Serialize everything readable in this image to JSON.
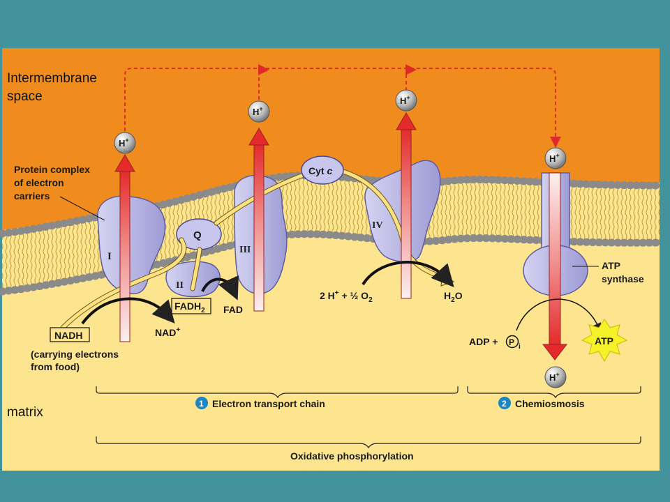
{
  "labels": {
    "intermembrane_line1": "Intermembrane",
    "intermembrane_line2": "space",
    "matrix": "matrix",
    "protein_complex_line1": "Protein complex",
    "protein_complex_line2": "of electron",
    "protein_complex_line3": "carriers",
    "atp_synthase_line1": "ATP",
    "atp_synthase_line2": "synthase",
    "carrying_line1": "(carrying electrons",
    "carrying_line2": "from food)"
  },
  "molecules": {
    "h_plus_base": "H",
    "h_plus_sup": "+",
    "q": "Q",
    "cyt_c_base": "Cyt ",
    "cyt_c_italic": "c",
    "nadh": "NADH",
    "nad_base": "NAD",
    "nad_sup": "+",
    "fadh2_base": "FADH",
    "fadh2_sub": "2",
    "fad": "FAD",
    "o2_reaction_a": "2 H",
    "o2_reaction_sup": "+",
    "o2_reaction_b": " + ½ O",
    "o2_reaction_sub": "2",
    "h2o_base": "H",
    "h2o_sub": "2",
    "h2o_end": "O",
    "adp": "ADP +",
    "pi_letter": "P",
    "pi_sub": "i",
    "atp": "ATP"
  },
  "complexes": {
    "c1": "I",
    "c2": "II",
    "c3": "III",
    "c4": "IV"
  },
  "sections": {
    "etc_number": "1",
    "etc_label": "Electron transport chain",
    "chemi_number": "2",
    "chemi_label": "Chemiosmosis",
    "oxphos_label": "Oxidative phosphorylation"
  },
  "colors": {
    "frame": "#43939c",
    "intermembrane": "#f08c1e",
    "matrix": "#fde48e",
    "protein": "#bdbbe8",
    "proton_arrow": "#e8393a",
    "electron_path": "#fde080",
    "step_badge": "#1b86c6"
  }
}
